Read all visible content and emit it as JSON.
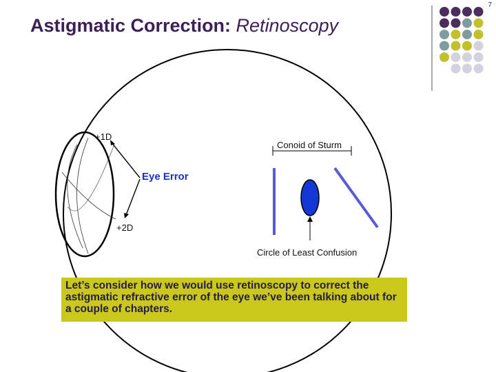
{
  "slide": {
    "number": "7"
  },
  "title": {
    "main": "Astigmatic Correction: ",
    "sub": "Retinoscopy"
  },
  "labels": {
    "plus_1d": "+1D",
    "plus_2d": "+2D",
    "conoid": "Conoid of Sturm",
    "eye_error": "Eye Error",
    "circle_least_confusion": "Circle of Least Confusion"
  },
  "note": {
    "text": "Let’s consider how we would use retinoscopy to correct the astigmatic refractive error of the eye we’ve been talking about for a couple of chapters."
  },
  "colors": {
    "title": "#3c1f55",
    "dot_purple": "#4b2d5e",
    "dot_teal": "#7f9ca0",
    "dot_olive": "#c2c12d",
    "dot_lavender": "#d3d3e0",
    "focal_lines": "#5a5ad6",
    "circle_fill": "#1537d6",
    "note_bg": "#c9c81b",
    "eye_error_text": "#1a2fc9"
  },
  "decoration": {
    "dot_grid": [
      [
        "purple",
        "purple",
        "purple",
        "purple"
      ],
      [
        "purple",
        "purple",
        "teal",
        "olive"
      ],
      [
        "teal",
        "olive",
        "teal",
        "olive"
      ],
      [
        "teal",
        "olive",
        "olive",
        "lavender"
      ],
      [
        "olive",
        "lavender",
        "lavender",
        "lavender"
      ],
      [
        "",
        "lavender",
        "lavender",
        "lavender"
      ]
    ]
  }
}
